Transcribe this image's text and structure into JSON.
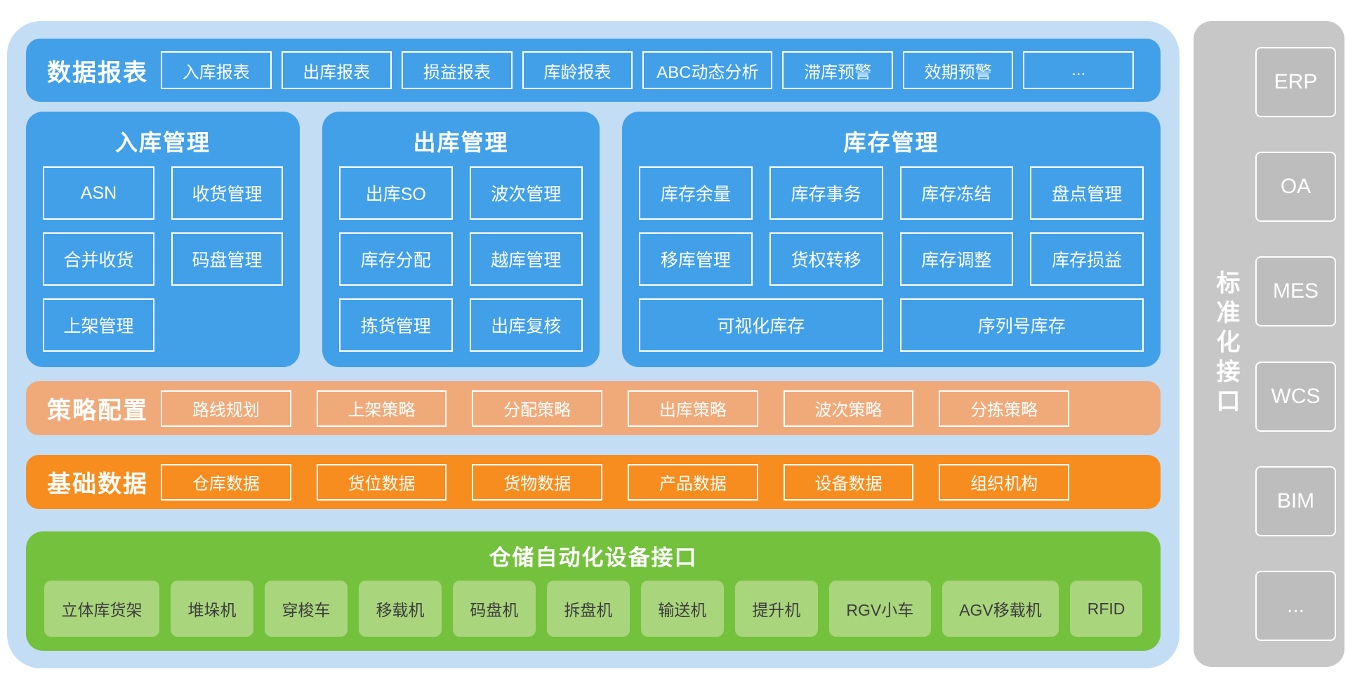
{
  "colors": {
    "light_blue": "#C3DDF5",
    "blue": "#41A0E8",
    "peach": "#F0AA7A",
    "orange": "#F78D1E",
    "green": "#74C13D",
    "light_green": "#A9D57D",
    "green_text": "#3D3D3D",
    "gray_panel": "#C7C7C7",
    "gray_box": "#BDBDBD"
  },
  "report_bar": {
    "label": "数据报表",
    "items": [
      "入库报表",
      "出库报表",
      "损益报表",
      "库龄报表",
      "ABC动态分析",
      "滞库预警",
      "效期预警",
      "..."
    ]
  },
  "panels": [
    {
      "title": "入库管理",
      "items": [
        "ASN",
        "收货管理",
        "合并收货",
        "码盘管理",
        "上架管理"
      ]
    },
    {
      "title": "出库管理",
      "items": [
        "出库SO",
        "波次管理",
        "库存分配",
        "越库管理",
        "拣货管理",
        "出库复核"
      ]
    },
    {
      "title": "库存管理",
      "items": [
        "库存余量",
        "库存事务",
        "库存冻结",
        "盘点管理",
        "移库管理",
        "货权转移",
        "库存调整",
        "库存损益"
      ],
      "wide_items": [
        "可视化库存",
        "序列号库存"
      ]
    }
  ],
  "strategy_bar": {
    "label": "策略配置",
    "items": [
      "路线规划",
      "上架策略",
      "分配策略",
      "出库策略",
      "波次策略",
      "分拣策略"
    ]
  },
  "basic_bar": {
    "label": "基础数据",
    "items": [
      "仓库数据",
      "货位数据",
      "货物数据",
      "产品数据",
      "设备数据",
      "组织机构"
    ]
  },
  "device_panel": {
    "title": "仓储自动化设备接口",
    "items": [
      "立体库货架",
      "堆垛机",
      "穿梭车",
      "移载机",
      "码盘机",
      "拆盘机",
      "输送机",
      "提升机",
      "RGV小车",
      "AGV移载机",
      "RFID"
    ]
  },
  "side_panel": {
    "label": "标准化接口",
    "items": [
      "ERP",
      "OA",
      "MES",
      "WCS",
      "BIM",
      "..."
    ]
  }
}
